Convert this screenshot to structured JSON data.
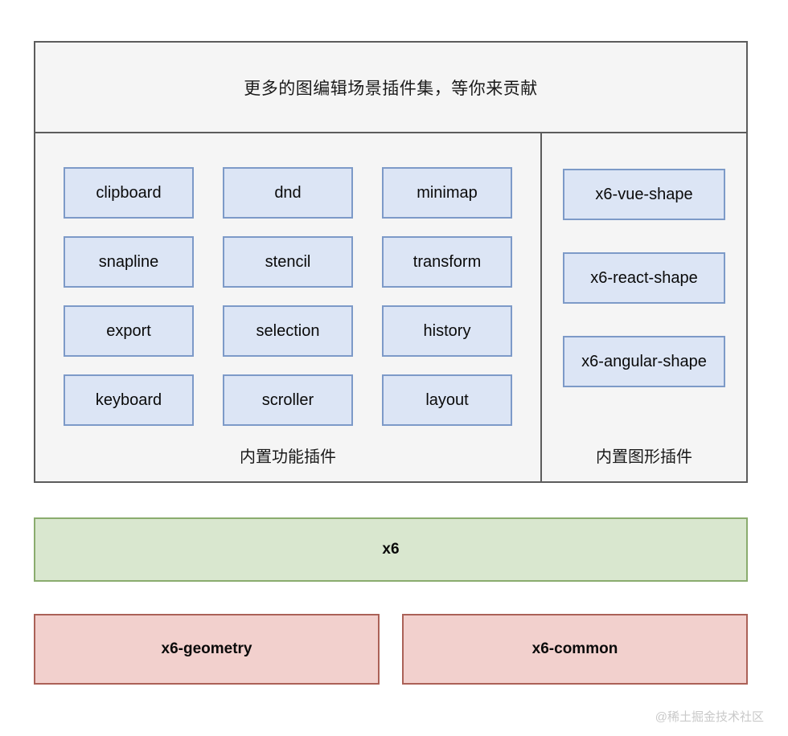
{
  "diagram": {
    "header": {
      "text": "更多的图编辑场景插件集，等你来贡献"
    },
    "left_column": {
      "caption": "内置功能插件",
      "rows": [
        [
          {
            "label": "clipboard"
          },
          {
            "label": "dnd"
          },
          {
            "label": "minimap"
          }
        ],
        [
          {
            "label": "snapline"
          },
          {
            "label": "stencil"
          },
          {
            "label": "transform"
          }
        ],
        [
          {
            "label": "export"
          },
          {
            "label": "selection"
          },
          {
            "label": "history"
          }
        ],
        [
          {
            "label": "keyboard"
          },
          {
            "label": "scroller"
          },
          {
            "label": "layout"
          }
        ]
      ]
    },
    "right_column": {
      "caption": "内置图形插件",
      "items": [
        {
          "label": "x6-vue-shape"
        },
        {
          "label": "x6-react-shape"
        },
        {
          "label": "x6-angular-shape"
        }
      ]
    },
    "core": {
      "label": "x6"
    },
    "foundation": [
      {
        "label": "x6-geometry"
      },
      {
        "label": "x6-common"
      }
    ],
    "watermark": "@稀土掘金技术社区",
    "colors": {
      "panel_background": "#f5f5f5",
      "panel_border": "#5c5c5c",
      "plugin_fill": "#dce5f5",
      "plugin_border": "#7d9ac8",
      "core_fill": "#d9e7cf",
      "core_border": "#8aac6e",
      "foundation_fill": "#f2d0cd",
      "foundation_border": "#ab6157",
      "watermark_text": "#c9c9c9"
    }
  }
}
